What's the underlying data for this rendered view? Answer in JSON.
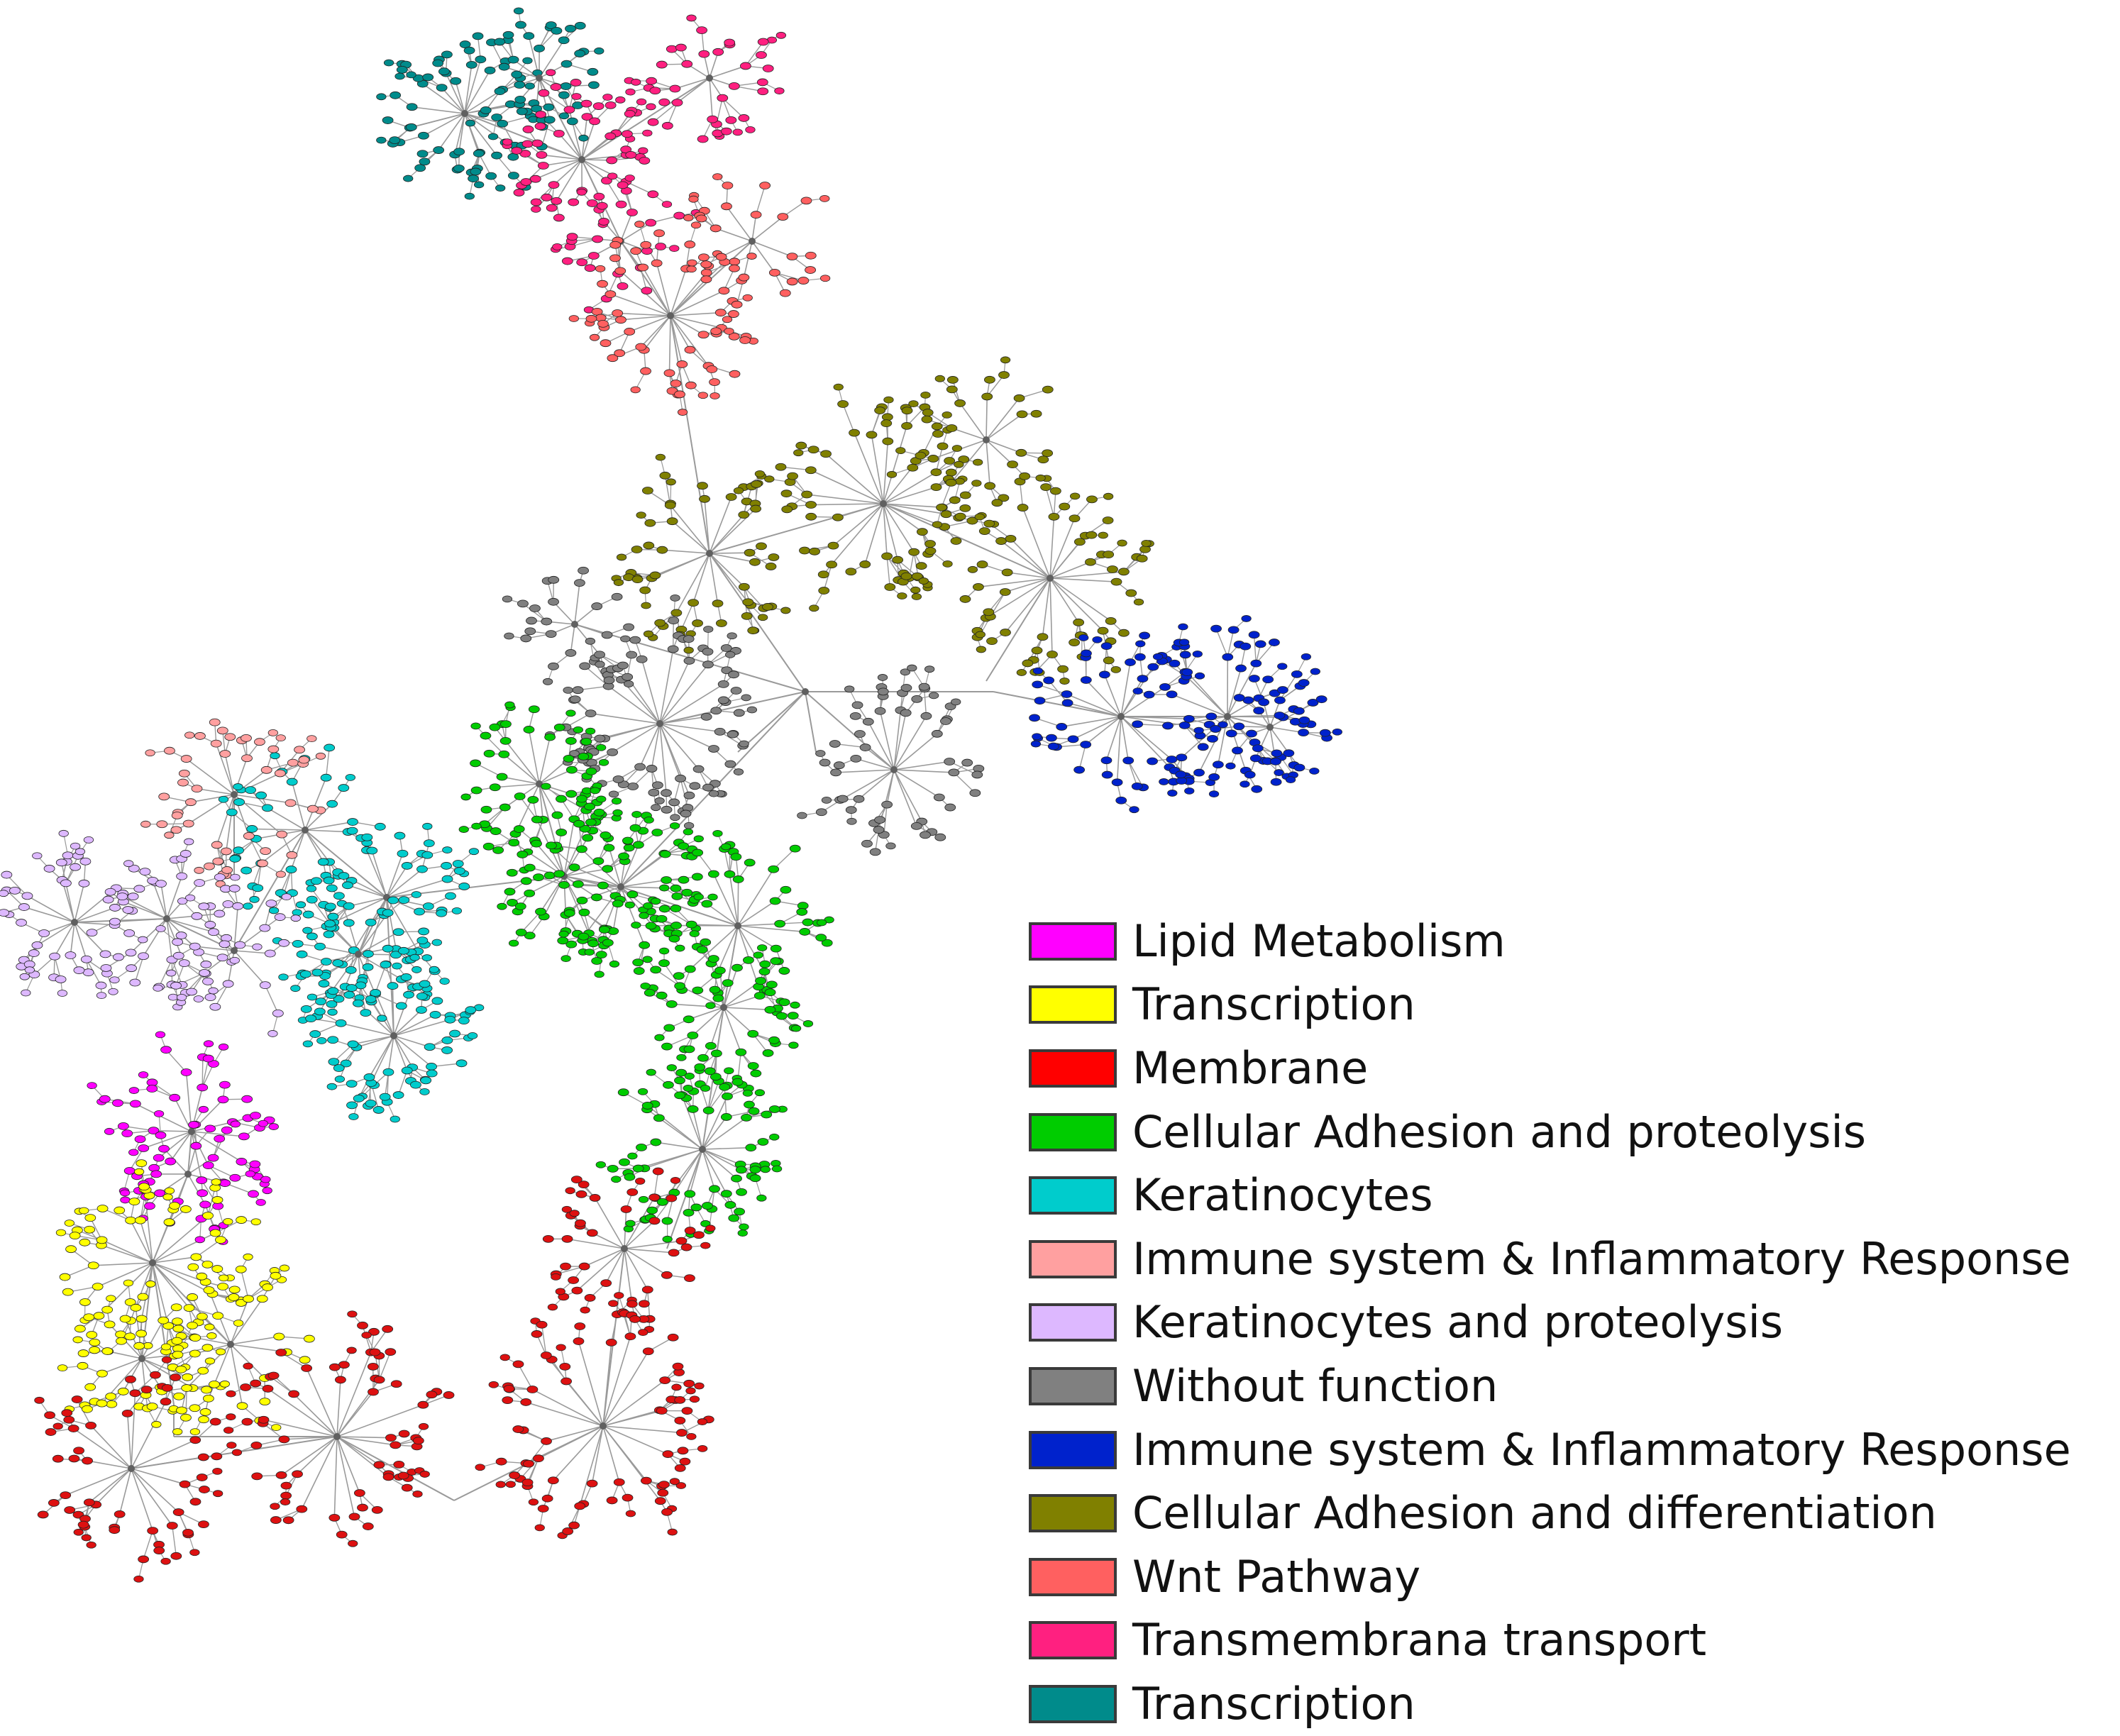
{
  "legend": {
    "items": [
      {
        "label": "Lipid Metabolism",
        "color": "#ff00ff"
      },
      {
        "label": "Transcription",
        "color": "#ffff00"
      },
      {
        "label": "Membrane",
        "color": "#ff0000"
      },
      {
        "label": "Cellular Adhesion and proteolysis",
        "color": "#00cc00"
      },
      {
        "label": "Keratinocytes",
        "color": "#00cccc"
      },
      {
        "label": "Immune system & Inflammatory Response",
        "color": "#ffa0a0"
      },
      {
        "label": "Keratinocytes and proteolysis",
        "color": "#ddb8ff"
      },
      {
        "label": "Without function",
        "color": "#808080"
      },
      {
        "label": "Immune system & Inflammatory Response",
        "color": "#0022cc"
      },
      {
        "label": "Cellular Adhesion and differentiation",
        "color": "#808000"
      },
      {
        "label": "Wnt Pathway",
        "color": "#ff6060"
      },
      {
        "label": "Transmembrana transport",
        "color": "#ff2080"
      },
      {
        "label": "Transcription",
        "color": "#008b8b"
      }
    ]
  },
  "clusters": [
    {
      "name": "teal-transcription",
      "color": "#008b8b",
      "hubs": 2
    },
    {
      "name": "transmembrane-transport",
      "color": "#ff2080",
      "hubs": 3
    },
    {
      "name": "wnt-pathway",
      "color": "#ff6060",
      "hubs": 2
    },
    {
      "name": "cellular-adhesion-differentiation",
      "color": "#808000",
      "hubs": 4
    },
    {
      "name": "without-function",
      "color": "#808080",
      "hubs": 3
    },
    {
      "name": "immune-inflammatory-blue",
      "color": "#0022cc",
      "hubs": 3
    },
    {
      "name": "cellular-adhesion-proteolysis",
      "color": "#00cc00",
      "hubs": 5
    },
    {
      "name": "keratinocytes",
      "color": "#00cccc",
      "hubs": 4
    },
    {
      "name": "immune-inflammatory-pink",
      "color": "#ffa0a0",
      "hubs": 1
    },
    {
      "name": "keratinocytes-proteolysis",
      "color": "#ddb8ff",
      "hubs": 3
    },
    {
      "name": "lipid-metabolism",
      "color": "#ff00ff",
      "hubs": 2
    },
    {
      "name": "yellow-transcription",
      "color": "#ffff00",
      "hubs": 3
    },
    {
      "name": "membrane",
      "color": "#dd1111",
      "hubs": 4
    }
  ],
  "edge_color": "#9a9a9a",
  "hub_color": "#606060"
}
